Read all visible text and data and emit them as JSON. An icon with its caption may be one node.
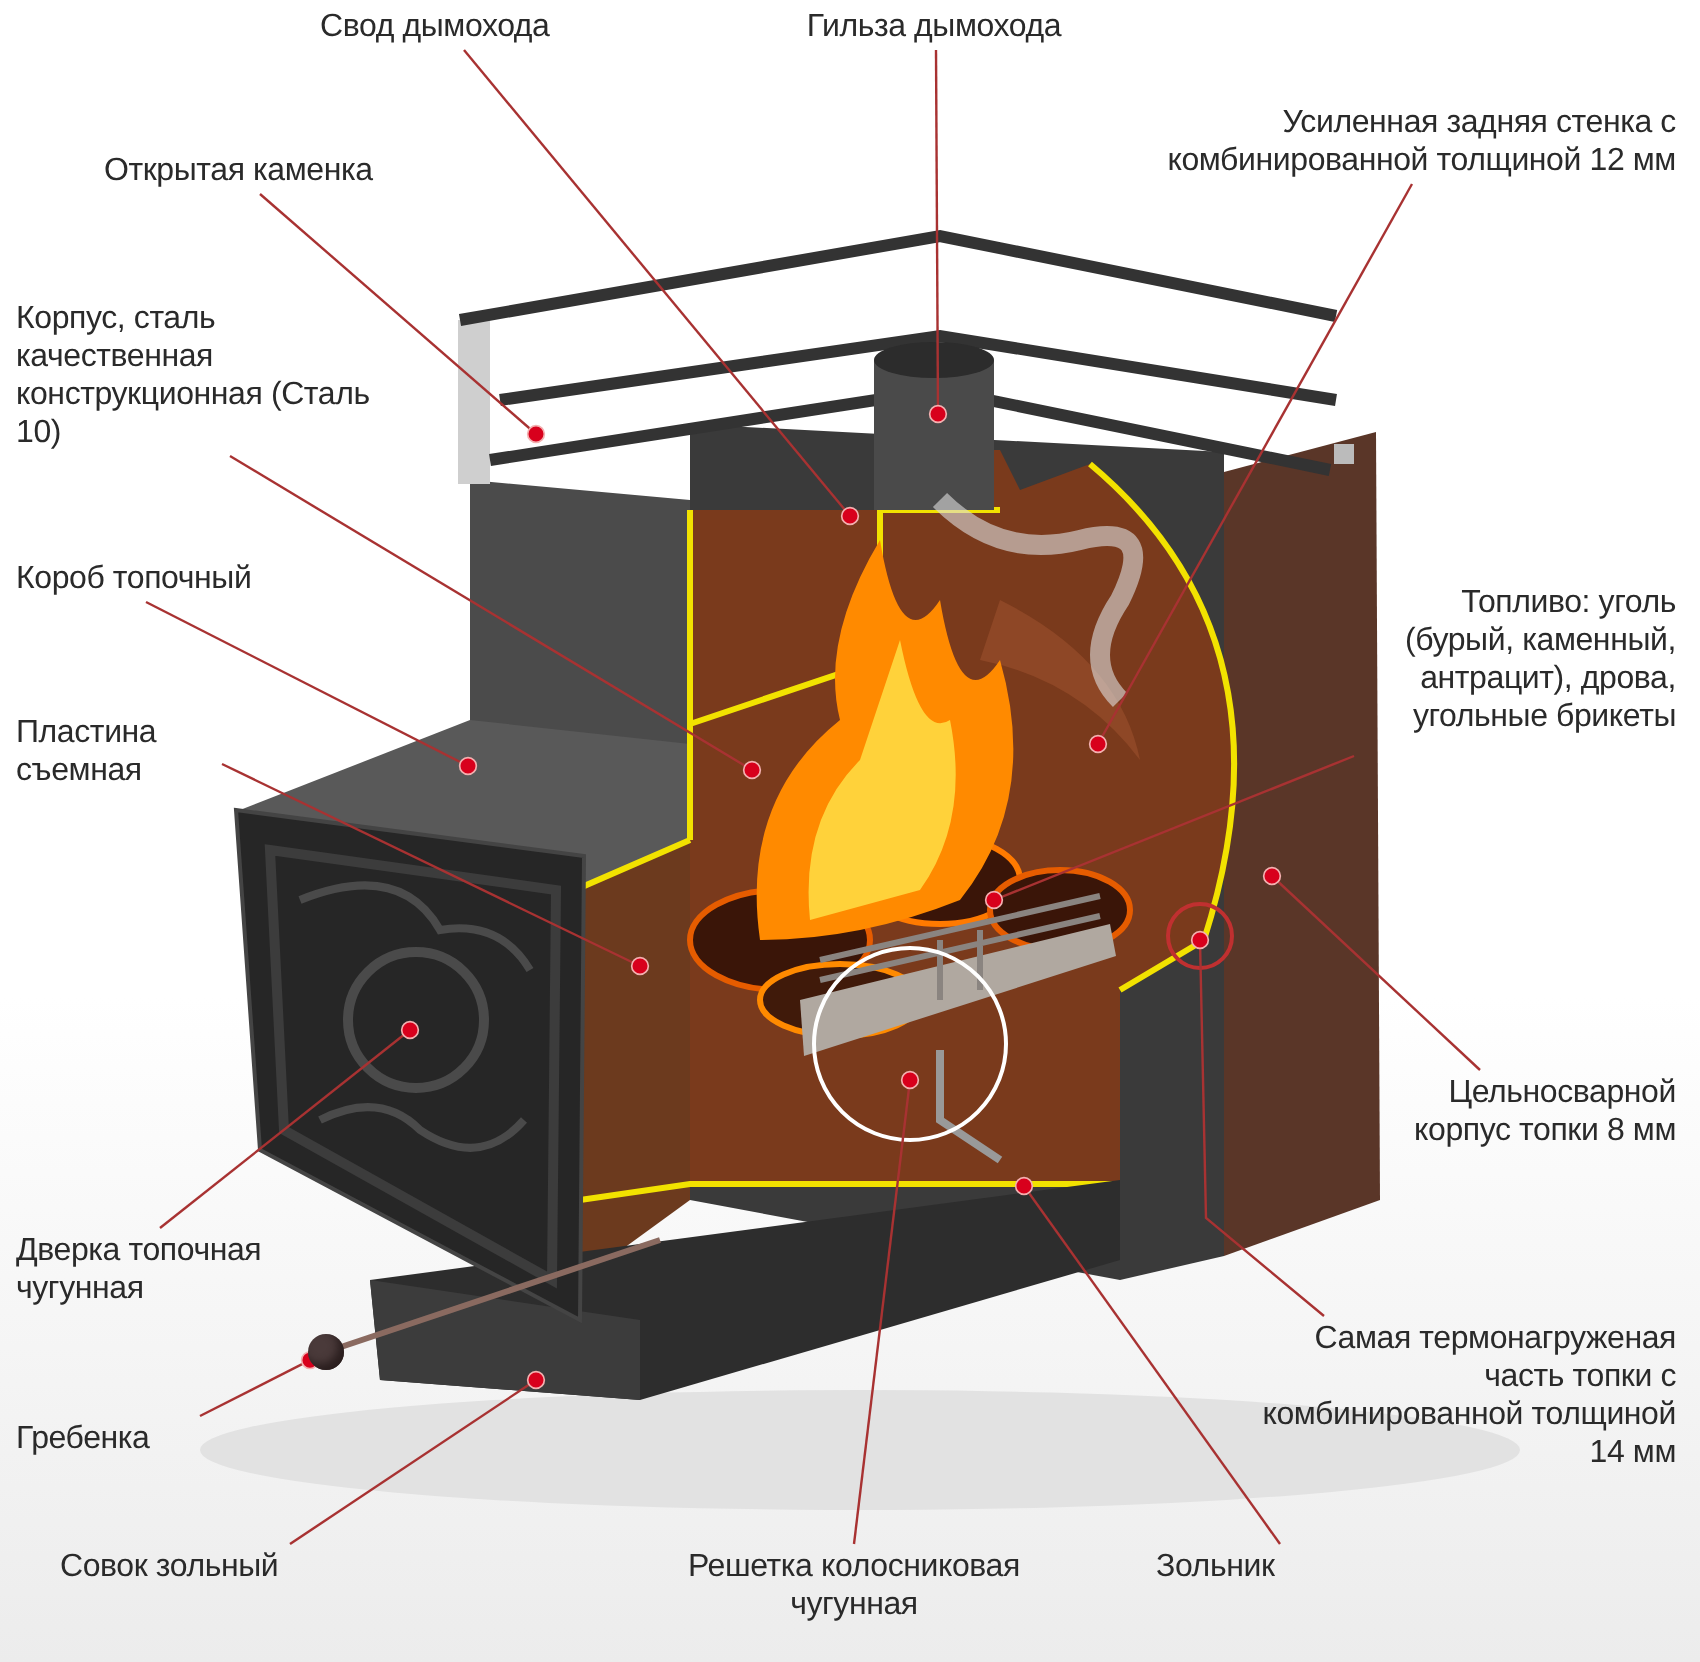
{
  "diagram": {
    "nodes": [
      {
        "text": [
          "Свод дымохода"
        ]
      },
      {
        "text": [
          "Гильза дымохода"
        ]
      },
      {
        "text": [
          "Усиленная задняя стенка с комбинированной толщиной 12 мм"
        ]
      },
      {
        "text": [
          "Открытая каменка"
        ]
      },
      {
        "text": [
          "Корпус, сталь качественная конструкционная (Сталь 10)"
        ]
      },
      {
        "text": [
          "Короб топочный"
        ]
      },
      {
        "text": [
          "Пластина съемная"
        ]
      },
      {
        "text": [
          "Топливо: уголь (бурый, каменный, антрацит), дрова, угольные брикеты"
        ]
      },
      {
        "text": [
          "Цельносварной корпус топки 8 мм"
        ]
      },
      {
        "text": [
          "Дверка топочная чугунная"
        ]
      },
      {
        "text": [
          "Самая термонагруженая часть топки с комбинированной толщиной 14 мм"
        ]
      },
      {
        "text": [
          "Гребенка"
        ]
      },
      {
        "text": [
          "Совок зольный"
        ]
      },
      {
        "text": [
          "Решетка колосниковая чугунная"
        ]
      },
      {
        "text": [
          "Зольник"
        ]
      },
      {
        "text": [],
        "shape": "circle"
      }
    ],
    "edges": [
      {
        "from": 0,
        "to": null,
        "arrow": "other"
      },
      {
        "from": 1,
        "to": null,
        "arrow": "other"
      },
      {
        "from": 2,
        "to": null,
        "arrow": "other"
      },
      {
        "from": 3,
        "to": null,
        "arrow": "other"
      },
      {
        "from": 4,
        "to": null,
        "arrow": "other"
      },
      {
        "from": 5,
        "to": null,
        "arrow": "other"
      },
      {
        "from": 6,
        "to": null,
        "arrow": "other"
      },
      {
        "from": 7,
        "to": null,
        "arrow": "other"
      },
      {
        "from": 8,
        "to": null,
        "arrow": "other"
      },
      {
        "from": 9,
        "to": null,
        "arrow": "other"
      },
      {
        "from": 10,
        "to": null,
        "arrow": "other"
      },
      {
        "from": 11,
        "to": 15,
        "arrow": "other"
      },
      {
        "from": 12,
        "to": null,
        "arrow": "other"
      },
      {
        "from": 13,
        "to": null,
        "arrow": "other"
      },
      {
        "from": 14,
        "to": null,
        "arrow": "other"
      }
    ]
  }
}
